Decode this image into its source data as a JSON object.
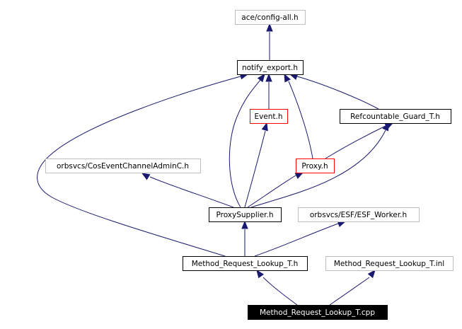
{
  "nodes": {
    "ace_config_all": {
      "label": "ace/config-all.h",
      "style": "gray"
    },
    "notify_export": {
      "label": "notify_export.h",
      "style": "black"
    },
    "event_h": {
      "label": "Event.h",
      "style": "red"
    },
    "refcountable_guard": {
      "label": "Refcountable_Guard_T.h",
      "style": "black"
    },
    "cos_event_channel": {
      "label": "orbsvcs/CosEventChannelAdminC.h",
      "style": "gray"
    },
    "proxy_h": {
      "label": "Proxy.h",
      "style": "red"
    },
    "proxy_supplier": {
      "label": "ProxySupplier.h",
      "style": "black"
    },
    "esf_worker": {
      "label": "orbsvcs/ESF/ESF_Worker.h",
      "style": "gray"
    },
    "method_request_h": {
      "label": "Method_Request_Lookup_T.h",
      "style": "black"
    },
    "method_request_inl": {
      "label": "Method_Request_Lookup_T.inl",
      "style": "gray"
    },
    "method_request_cpp": {
      "label": "Method_Request_Lookup_T.cpp",
      "style": "filled"
    }
  },
  "edges": [
    {
      "from": "notify_export",
      "to": "ace_config_all"
    },
    {
      "from": "event_h",
      "to": "notify_export"
    },
    {
      "from": "refcountable_guard",
      "to": "notify_export"
    },
    {
      "from": "proxy_h",
      "to": "notify_export"
    },
    {
      "from": "proxy_h",
      "to": "refcountable_guard"
    },
    {
      "from": "proxy_supplier",
      "to": "notify_export"
    },
    {
      "from": "proxy_supplier",
      "to": "event_h"
    },
    {
      "from": "proxy_supplier",
      "to": "proxy_h"
    },
    {
      "from": "proxy_supplier",
      "to": "refcountable_guard"
    },
    {
      "from": "proxy_supplier",
      "to": "cos_event_channel"
    },
    {
      "from": "method_request_h",
      "to": "proxy_supplier"
    },
    {
      "from": "method_request_h",
      "to": "esf_worker"
    },
    {
      "from": "method_request_h",
      "to": "notify_export"
    },
    {
      "from": "method_request_cpp",
      "to": "method_request_h"
    },
    {
      "from": "method_request_cpp",
      "to": "method_request_inl"
    }
  ],
  "colors": {
    "edge": "#191970",
    "gray_border": "#bfbfbf",
    "red_border": "#ff0000",
    "black_border": "#000000",
    "filled_bg": "#000000"
  }
}
